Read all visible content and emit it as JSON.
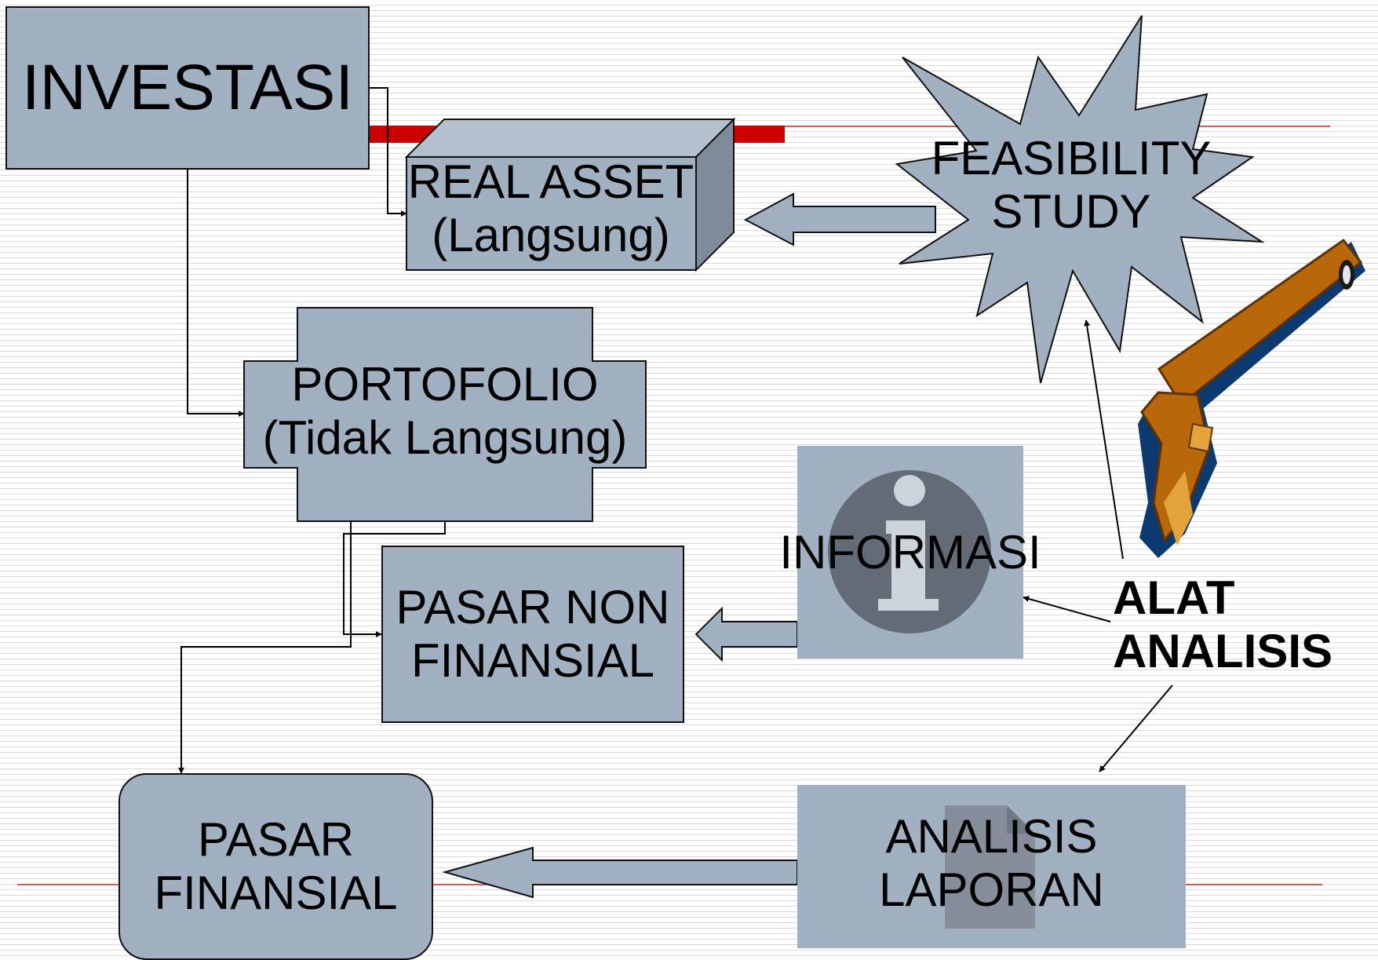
{
  "colors": {
    "box_fill": "#a2b1c1",
    "outline": "#111111",
    "accent_red": "#cc0000",
    "info_circle": "#636b76",
    "wrench_orange": "#b8680a",
    "wrench_blue": "#0d3a6e"
  },
  "nodes": {
    "investasi": "INVESTASI",
    "real_asset": [
      "REAL ASSET",
      "(Langsung)"
    ],
    "feasibility": [
      "FEASIBILITY",
      "STUDY"
    ],
    "portofolio": [
      "PORTOFOLIO",
      "(Tidak Langsung)"
    ],
    "informasi": "INFORMASI",
    "pasar_non_finansial": [
      "PASAR NON",
      "FINANSIAL"
    ],
    "alat_analisis": [
      "ALAT",
      "ANALISIS"
    ],
    "pasar_finansial": [
      "PASAR",
      "FINANSIAL"
    ],
    "analisis_laporan": [
      "ANALISIS",
      "LAPORAN"
    ]
  },
  "icons": {
    "info": "info-icon",
    "wrench": "wrench-icon",
    "document": "document-icon"
  }
}
